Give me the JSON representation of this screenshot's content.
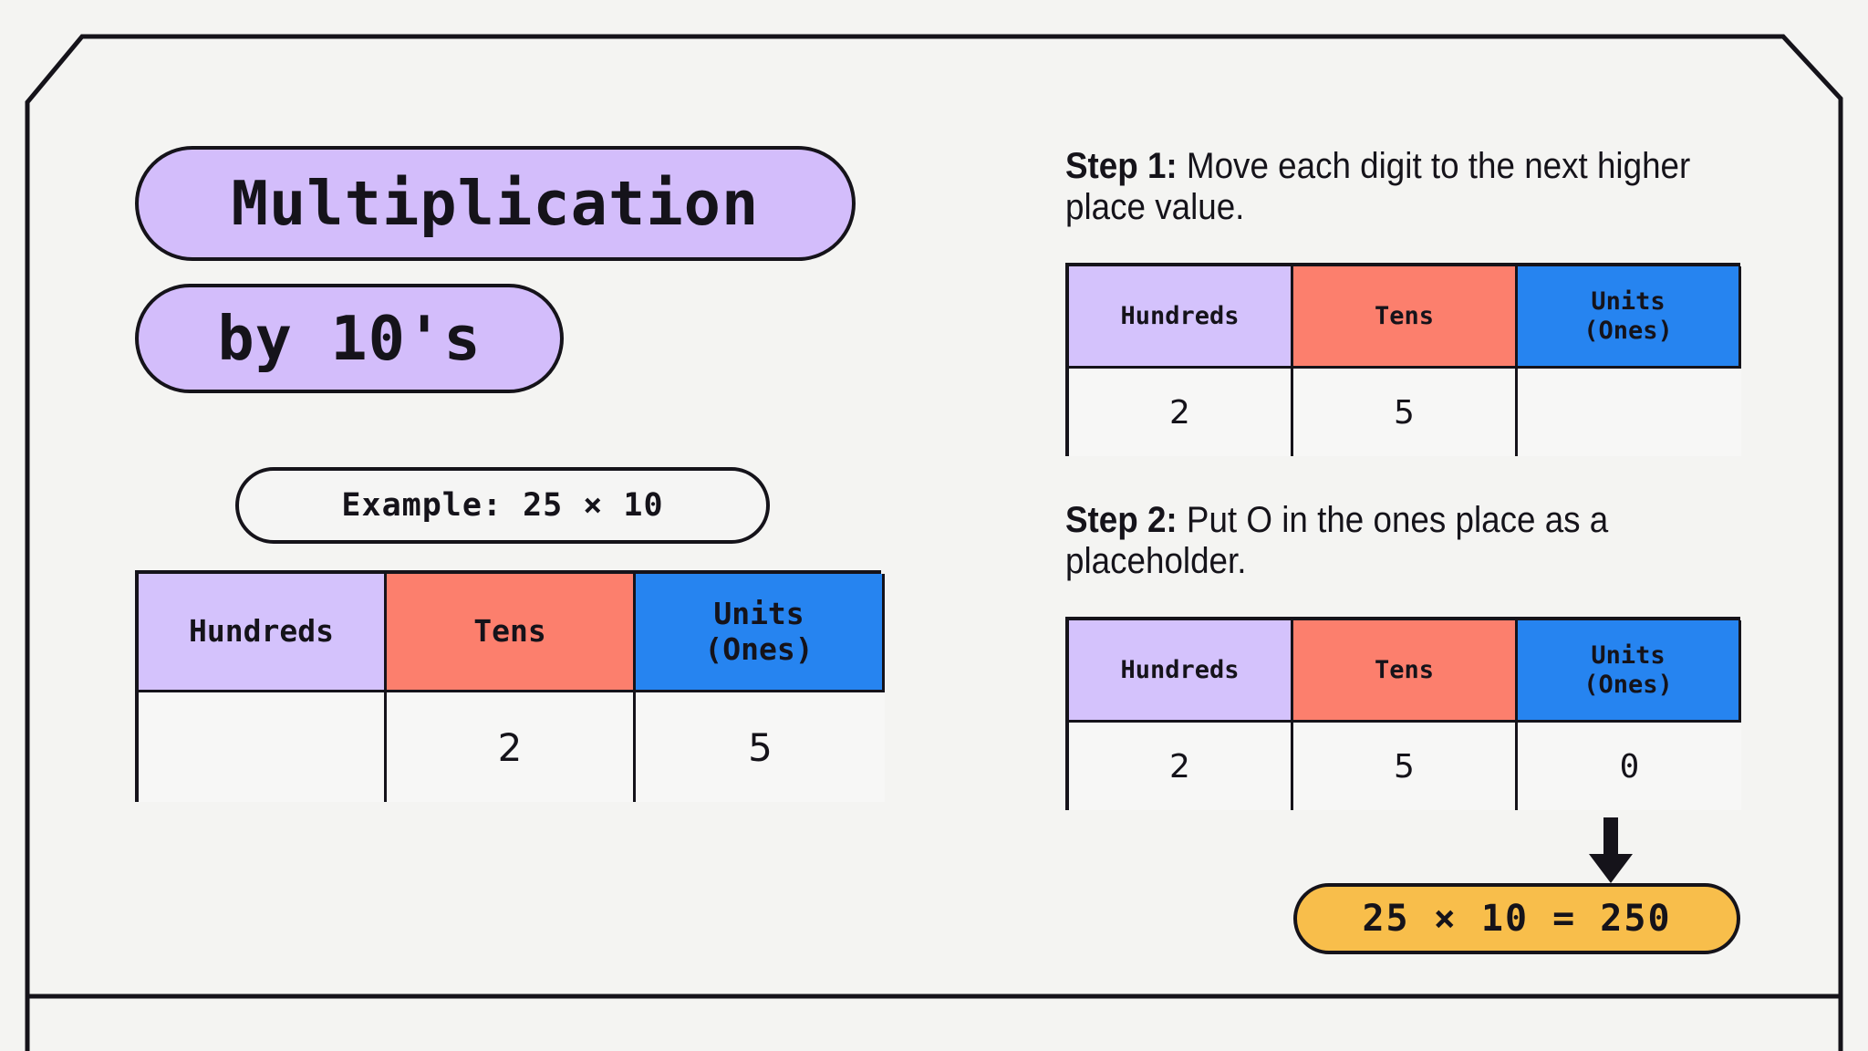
{
  "poster": {
    "title_line1": "Multiplication",
    "title_line2": "by 10's",
    "example_label": "Example: 25 × 10",
    "answer": "25 × 10 = 250"
  },
  "colors": {
    "background": "#f4f4f2",
    "outline": "#15131a",
    "title_pill": "#d3bdfb",
    "hundreds": "#d4c2fc",
    "tens": "#fc7f6d",
    "units": "#2684f0",
    "answer_pill": "#f8be4b",
    "cell_fill": "#f7f7f6"
  },
  "headers": {
    "hundreds": "Hundreds",
    "tens": "Tens",
    "units_line1": "Units",
    "units_line2": "(Ones)"
  },
  "main_table": {
    "hundreds": "",
    "tens": "2",
    "units": "5"
  },
  "steps": [
    {
      "number": "Step 1:",
      "instruction": "Move each digit to the next higher place value.",
      "table": {
        "hundreds": "2",
        "tens": "5",
        "units": ""
      },
      "arrows": [
        "arrow-left",
        "arrow-left"
      ]
    },
    {
      "number": "Step 2:",
      "instruction": "Put O in the ones place as a placeholder.",
      "table": {
        "hundreds": "2",
        "tens": "5",
        "units": "0"
      },
      "arrows": [
        "arrow-down"
      ]
    }
  ]
}
